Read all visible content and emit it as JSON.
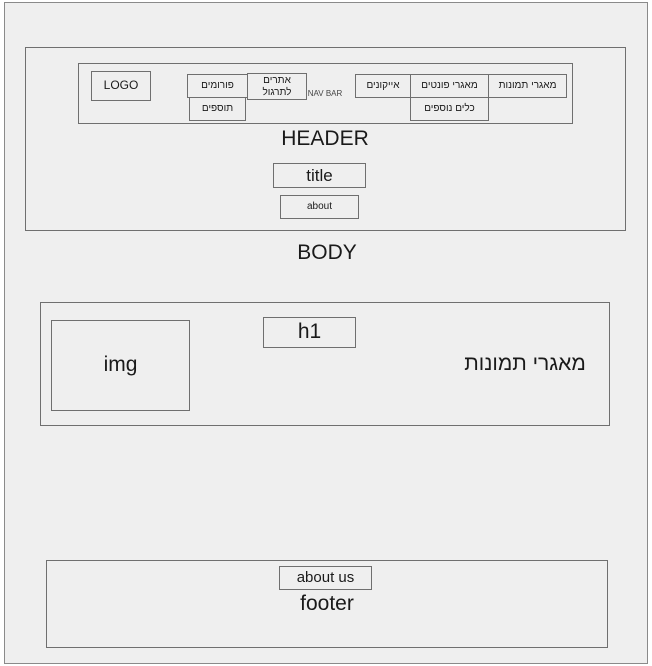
{
  "header": {
    "label": "HEADER",
    "logo": "LOGO",
    "nav_label": "NAV BAR",
    "nav_left": {
      "forums": "פורומים",
      "practice_sites": "אתרים לתרגול",
      "addons": "תוספים"
    },
    "nav_right": {
      "icons": "אייקונים",
      "fonts": "מאגרי פונטים",
      "images": "מאגרי תמונות",
      "more_tools": "כלים נוספים"
    },
    "title": "title",
    "about": "about"
  },
  "body": {
    "label": "BODY",
    "h1": "h1",
    "img": "img",
    "section_text": "מאגרי תמונות"
  },
  "footer": {
    "about_us": "about us",
    "label": "footer"
  }
}
